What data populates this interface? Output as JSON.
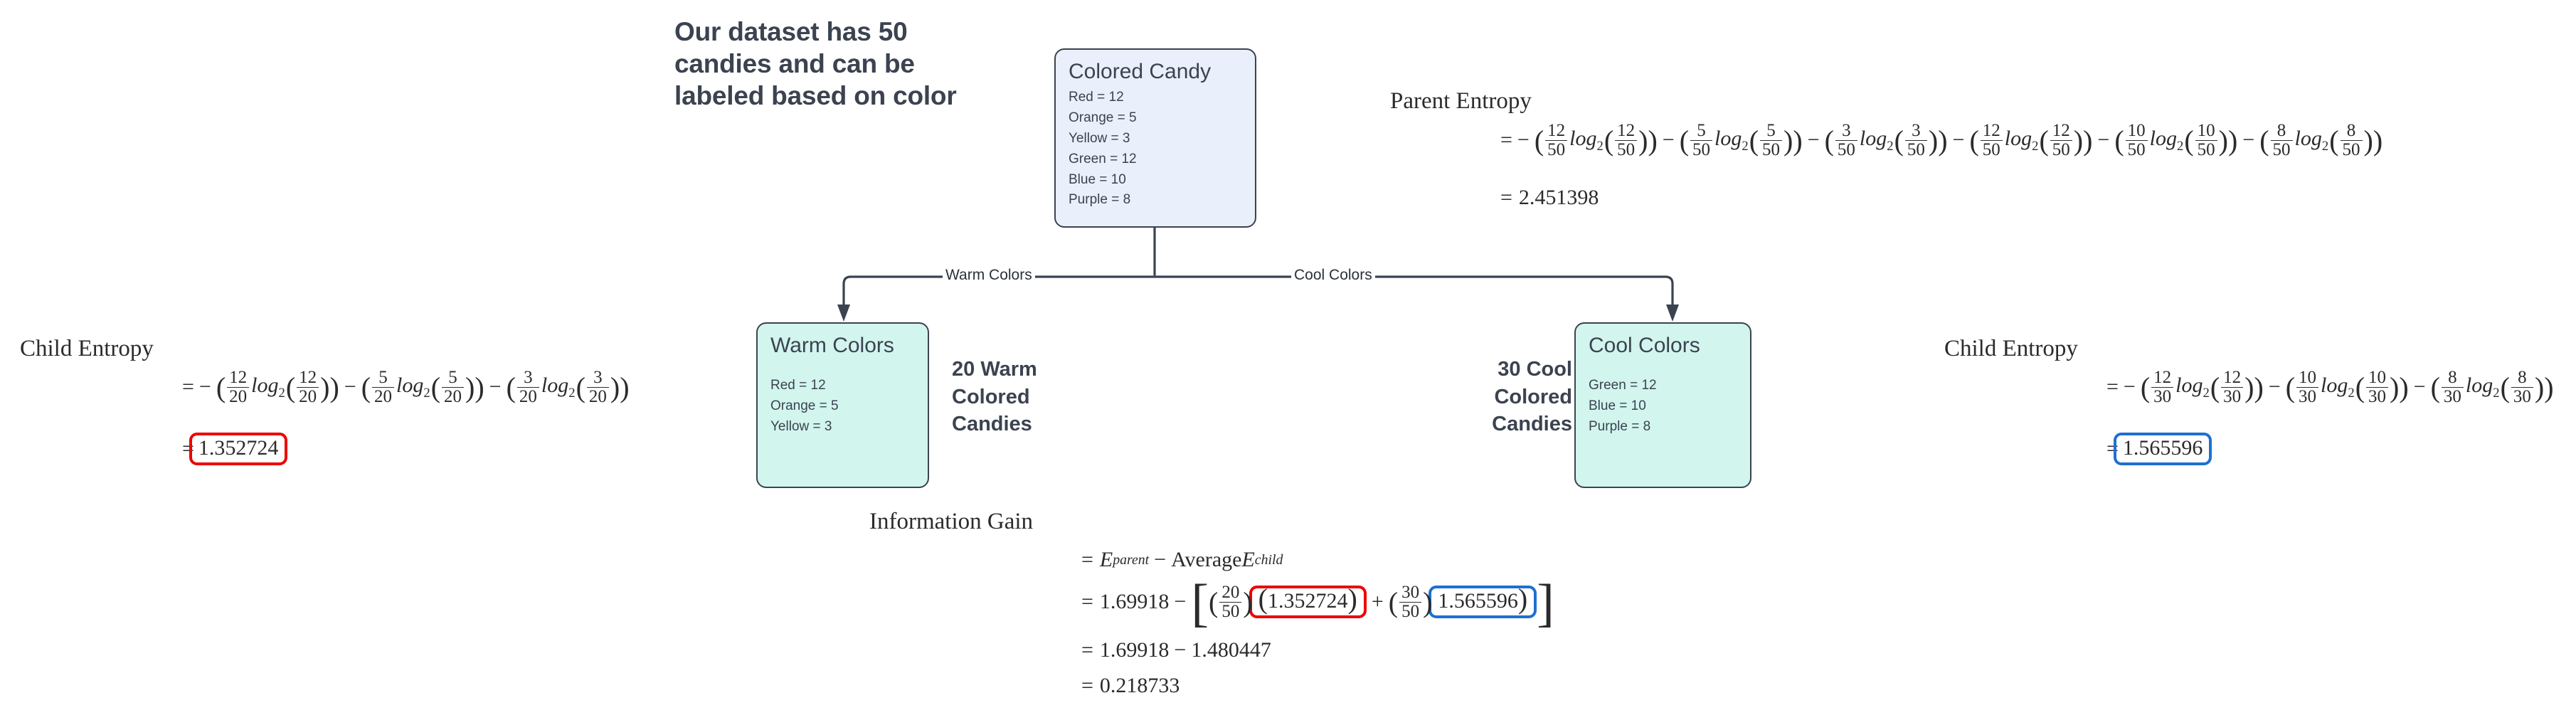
{
  "headline": "Our dataset has 50 candies and can be labeled based on color",
  "tree": {
    "root": {
      "title": "Colored Candy",
      "rows": [
        "Red = 12",
        "Orange = 5",
        "Yellow = 3",
        "Green = 12",
        "Blue = 10",
        "Purple = 8"
      ],
      "fill": "#e9f0fb",
      "stroke": "#3b4350"
    },
    "edges": [
      {
        "label": "Warm Colors"
      },
      {
        "label": "Cool Colors"
      }
    ],
    "children": [
      {
        "title": "Warm Colors",
        "rows": [
          "Red = 12",
          "Orange = 5",
          "Yellow = 3"
        ],
        "caption": "20 Warm Colored Candies",
        "fill": "#d2f5ee",
        "stroke": "#3b4350"
      },
      {
        "title": "Cool Colors",
        "rows": [
          "Green = 12",
          "Blue = 10",
          "Purple = 8"
        ],
        "caption": "30 Cool Colored Candies",
        "fill": "#d2f5ee",
        "stroke": "#3b4350"
      }
    ]
  },
  "parent_entropy": {
    "title": "Parent Entropy",
    "total": "50",
    "terms": [
      "12",
      "5",
      "3",
      "12",
      "10",
      "8"
    ],
    "result": "2.451398"
  },
  "child_entropy_left": {
    "title": "Child Entropy",
    "total": "20",
    "terms": [
      "12",
      "5",
      "3"
    ],
    "result": "1.352724",
    "highlight_color": "#ee0000"
  },
  "child_entropy_right": {
    "title": "Child Entropy",
    "total": "30",
    "terms": [
      "12",
      "10",
      "8"
    ],
    "result": "1.565596",
    "highlight_color": "#1f6fd0"
  },
  "information_gain": {
    "title": "Information Gain",
    "line1": {
      "e_parent": "E",
      "sub_parent": "parent",
      "average": "Average",
      "e_child": "E",
      "sub_child": "child"
    },
    "line2": {
      "parent_value": "1.69918",
      "weight_left_num": "20",
      "weight_left_den": "50",
      "child_left": "1.352724",
      "weight_right_num": "30",
      "weight_right_den": "50",
      "child_right": "1.565596"
    },
    "line3": {
      "a": "1.69918",
      "b": "1.480447"
    },
    "line4": "0.218733"
  },
  "colors": {
    "text": "#3b4350",
    "math": "#2b2b2b",
    "red_highlight": "#ee0000",
    "blue_highlight": "#1f6fd0",
    "root_fill": "#e9f0fb",
    "child_fill": "#d2f5ee"
  }
}
